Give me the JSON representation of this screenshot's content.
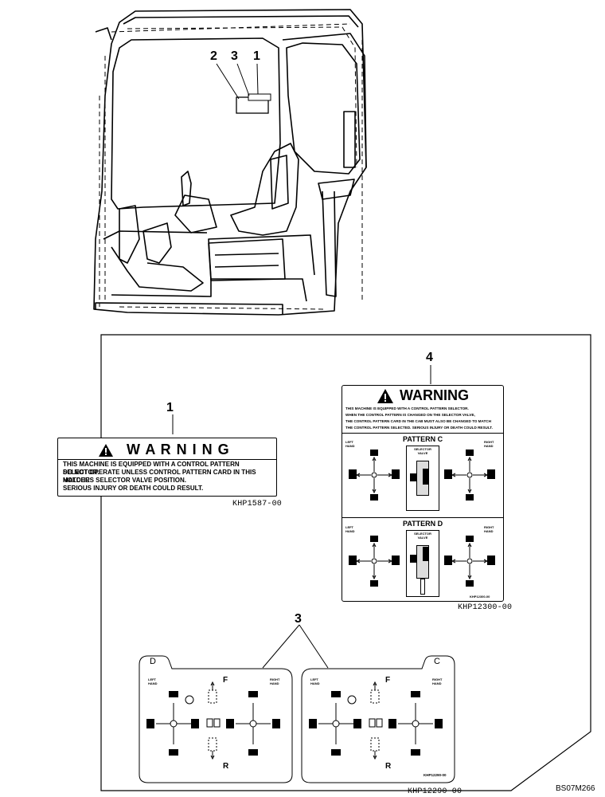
{
  "cab_callouts": [
    "2",
    "3",
    "1"
  ],
  "panel_callouts": {
    "label1": "1",
    "label4": "4",
    "label3": "3"
  },
  "warning1": {
    "title": "W A R N I N G",
    "lines": [
      "THIS MACHINE IS EQUIPPED WITH A CONTROL PATTERN SELECTOR.",
      "DO NOT OPERATE UNLESS CONTROL PATTERN CARD IN THIS HOLDER",
      "MATCHES SELECTOR VALVE POSITION.",
      "SERIOUS INJURY OR DEATH COULD RESULT."
    ],
    "part_code": "KHP1587-00"
  },
  "warning4": {
    "title": "WARNING",
    "lines": [
      "THIS MACHINE IS EQUIPPED WITH A CONTROL PATTERN SELECTOR.",
      "WHEN THE CONTROL PATTERN IS CHANGED ON THE SELECTOR VALVE,",
      "THE CONTROL PATTERN CARD IN THE CAB MUST ALSO BE CHANGED TO MATCH",
      "THE CONTROL PATTERN SELECTED. SERIOUS INJURY OR DEATH COULD RESULT."
    ],
    "pattern_c": "PATTERN C",
    "pattern_d": "PATTERN D",
    "left_hand": "LEFT HAND",
    "right_hand": "RIGHT HAND",
    "selector_valve": "SELECTOR VALVE",
    "inner_code": "KHP12300-00",
    "part_code": "KHP12300-00"
  },
  "cards": {
    "left_tab": "D",
    "right_tab": "C",
    "left_hand": "LEFT HAND",
    "right_hand": "RIGHT HAND",
    "forward": "F",
    "reverse": "R",
    "inner_code": "KHP12290-00",
    "part_code": "KHP12290-00"
  },
  "figure_code": "BS07M266"
}
